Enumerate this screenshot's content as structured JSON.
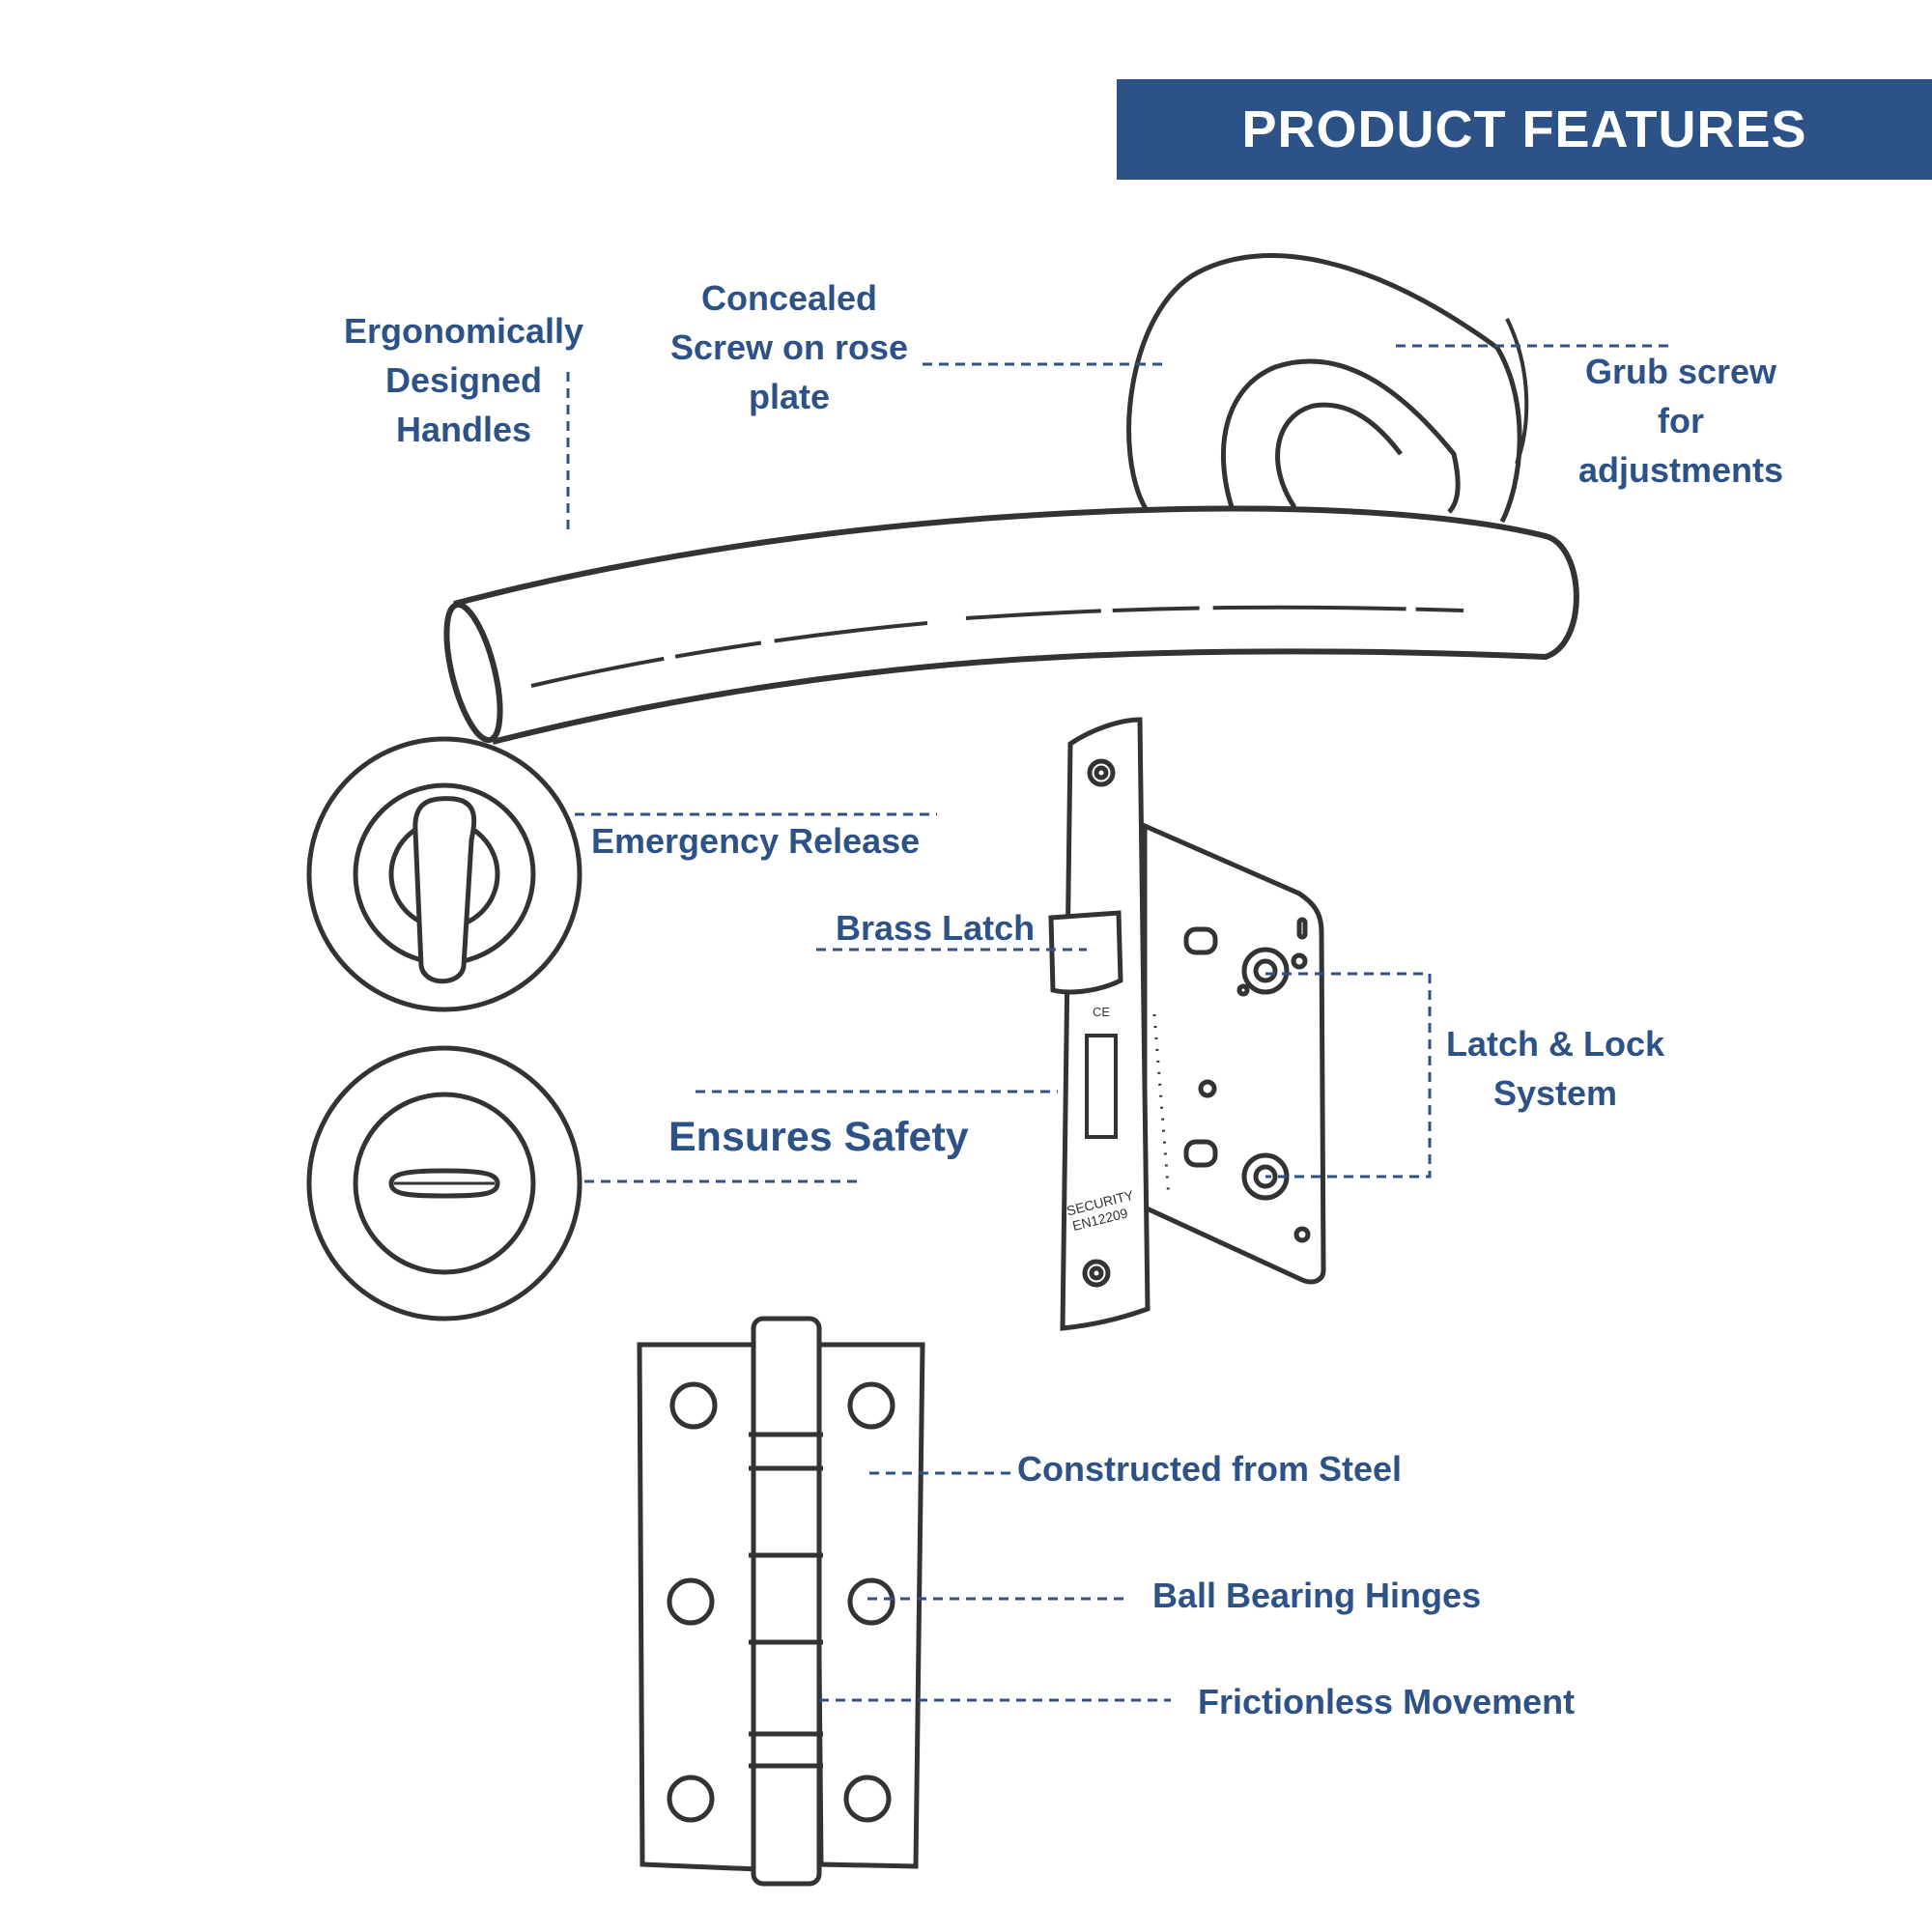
{
  "banner": {
    "title": "PRODUCT FEATURES"
  },
  "colors": {
    "accent": "#2d5288",
    "line_art": "#333333",
    "background": "#ffffff"
  },
  "callouts": {
    "ergonomic": [
      "Ergonomically",
      "Designed",
      "Handles"
    ],
    "concealed": [
      "Concealed",
      "Screw on rose",
      "plate"
    ],
    "grub": [
      "Grub screw",
      "for",
      "adjustments"
    ],
    "emergency": "Emergency Release",
    "brass_latch": "Brass Latch",
    "latch_lock": [
      "Latch & Lock",
      "System"
    ],
    "safety": "Ensures Safety",
    "steel": "Constructed from Steel",
    "ball_bearing": "Ball Bearing Hinges",
    "frictionless": "Frictionless Movement"
  },
  "lock_body": {
    "marking_line1": "SECURITY",
    "marking_line2": "EN12209",
    "ce_mark": "CE"
  }
}
